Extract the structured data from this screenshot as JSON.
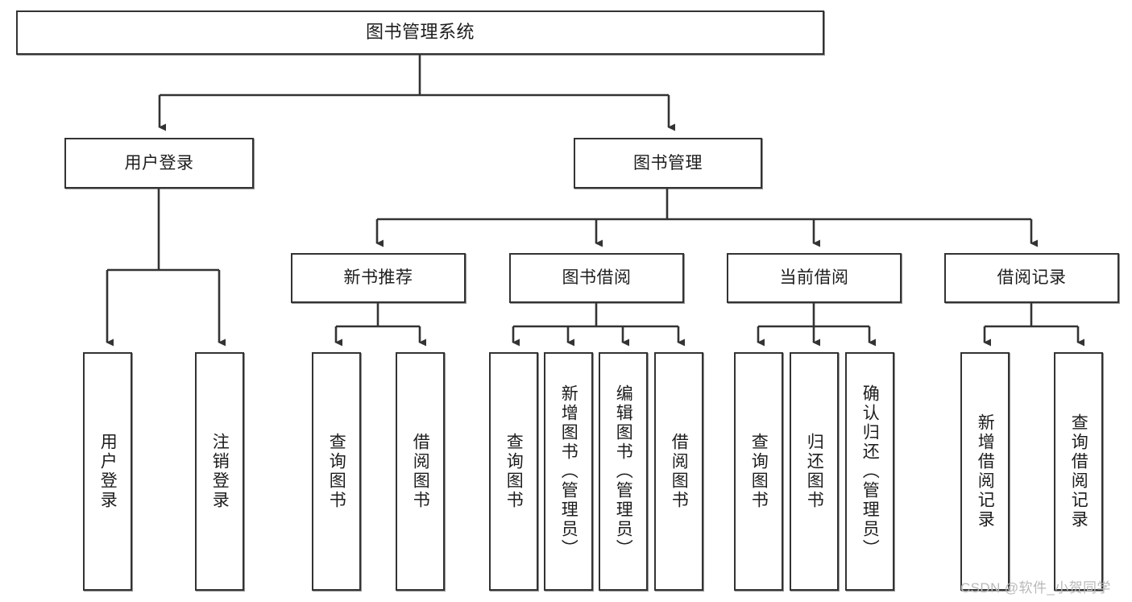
{
  "diagram": {
    "title": "图书管理系统",
    "type": "hierarchy-tree",
    "root": {
      "label": "图书管理系统"
    },
    "level2": [
      {
        "label": "用户登录"
      },
      {
        "label": "图书管理"
      }
    ],
    "level3": [
      {
        "label": "新书推荐"
      },
      {
        "label": "图书借阅"
      },
      {
        "label": "当前借阅"
      },
      {
        "label": "借阅记录"
      }
    ],
    "leaves": {
      "user_login": [
        {
          "label": "用户登录"
        },
        {
          "label": "注销登录"
        }
      ],
      "new_book_recommend": [
        {
          "label": "查询图书"
        },
        {
          "label": "借阅图书"
        }
      ],
      "book_borrow": [
        {
          "label": "查询图书"
        },
        {
          "label": "新增图书（管理员）"
        },
        {
          "label": "编辑图书（管理员）"
        },
        {
          "label": "借阅图书"
        }
      ],
      "current_borrow": [
        {
          "label": "查询图书"
        },
        {
          "label": "归还图书"
        },
        {
          "label": "确认归还（管理员）"
        }
      ],
      "borrow_record": [
        {
          "label": "新增借阅记录"
        },
        {
          "label": "查询借阅记录"
        }
      ]
    }
  },
  "watermark": {
    "text": "CSDN @软件_小贺同学"
  },
  "colors": {
    "stroke": "#333333",
    "background": "#ffffff",
    "text": "#1d1d1d",
    "watermark": "#b9b9b9"
  }
}
